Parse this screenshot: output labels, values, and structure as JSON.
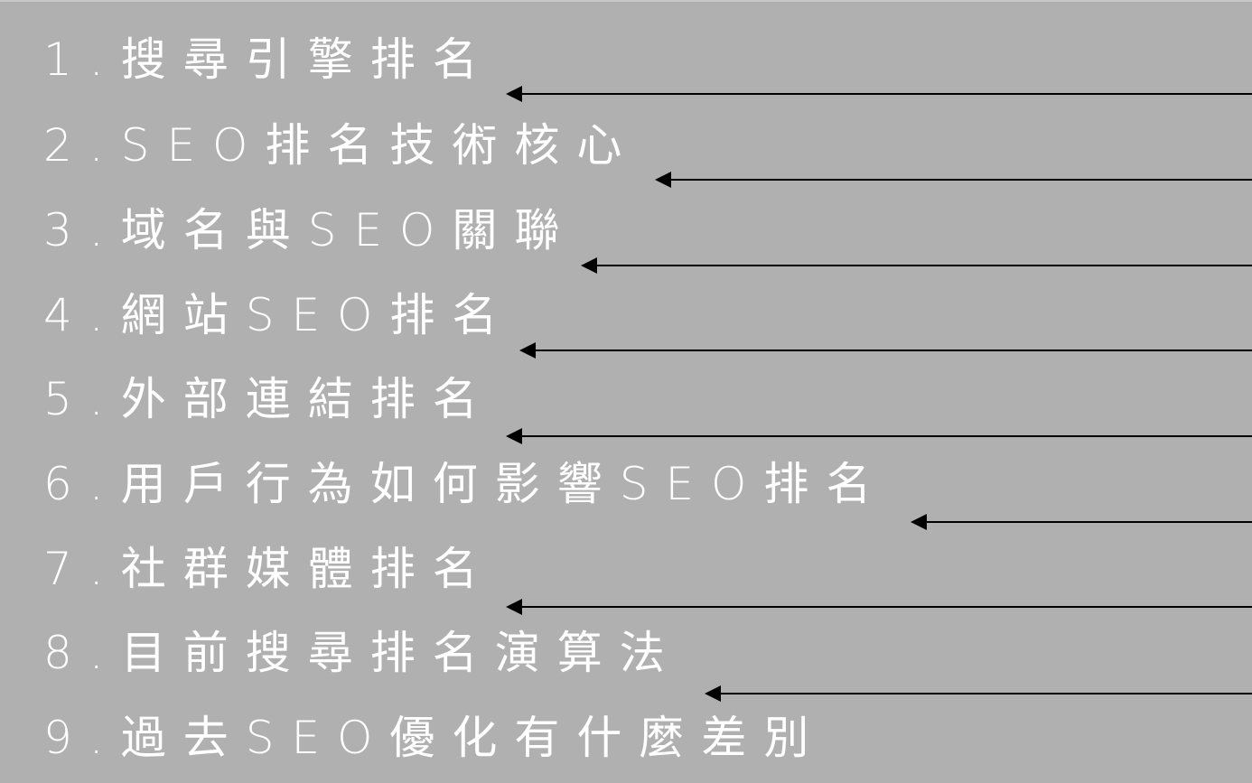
{
  "colors": {
    "background": "#b0b0b0",
    "text": "#ffffff",
    "arrow": "#000000"
  },
  "items": [
    "1.搜尋引擎排名",
    "2.SEO排名技術核心",
    "3.域名與SEO關聯",
    "4.網站SEO排名",
    "5.外部連結排名",
    "6.用戶行為如何影響SEO排名",
    "7.社群媒體排名",
    "8.目前搜尋排名演算法",
    "9.過去SEO優化有什麼差別"
  ]
}
